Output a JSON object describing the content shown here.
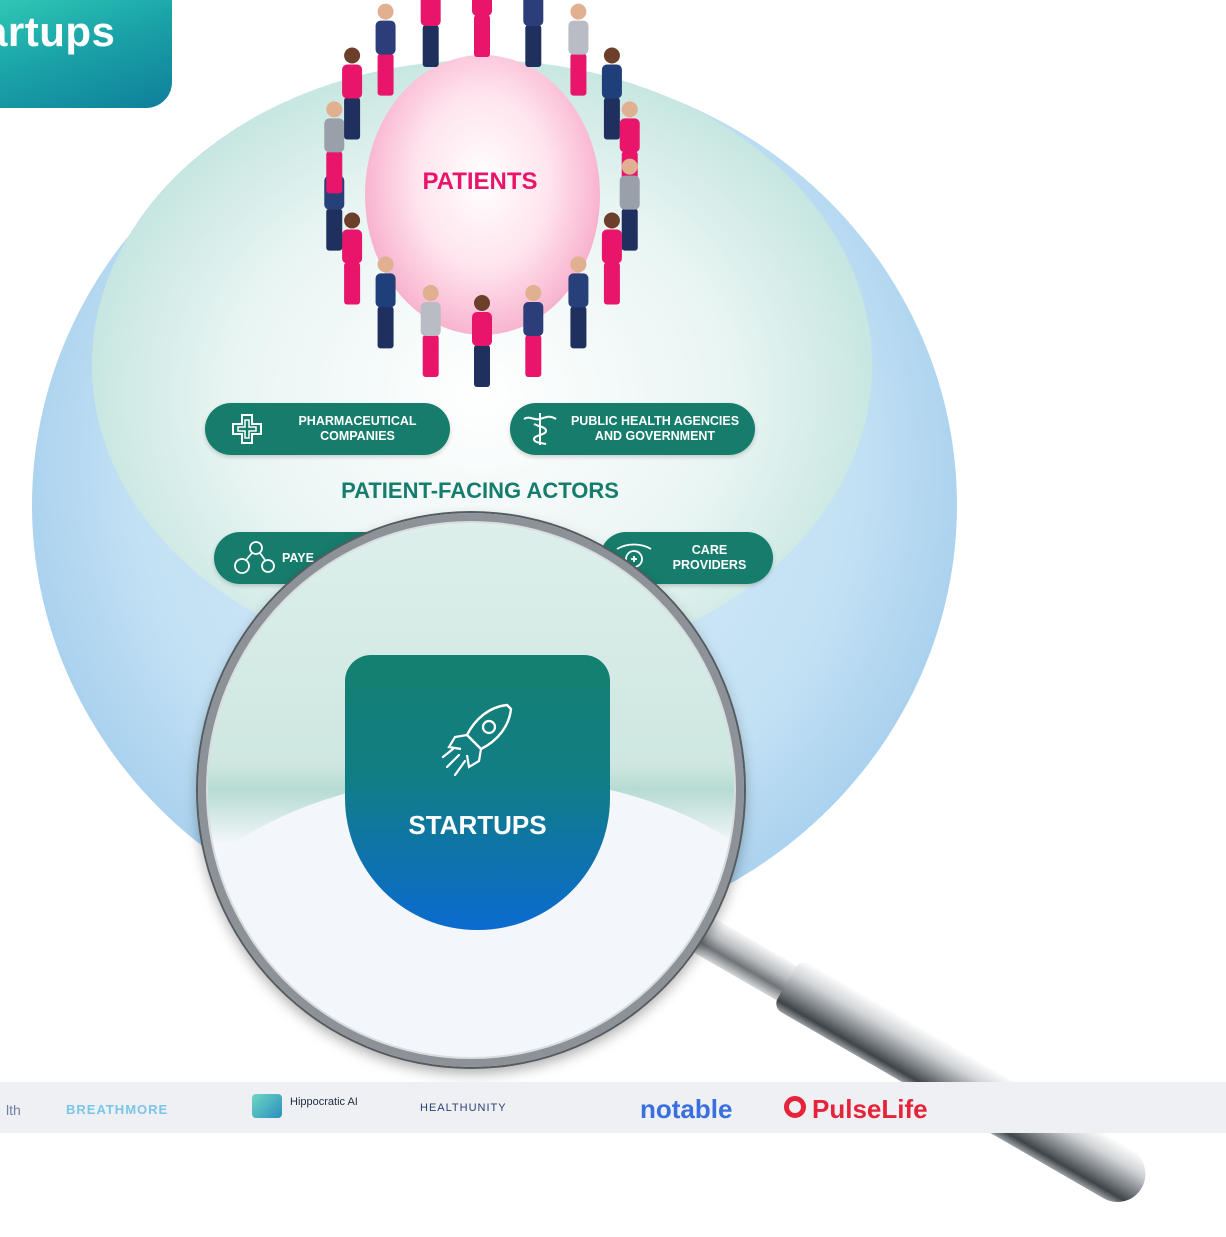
{
  "header_tag": {
    "text": "artups"
  },
  "diagram": {
    "center_label": "PATIENTS",
    "middle_label": "PATIENT-FACING ACTORS",
    "actors": [
      {
        "line1": "PHARMACEUTICAL",
        "line2": "COMPANIES",
        "icon": "medical-cross-icon"
      },
      {
        "line1": "PUBLIC HEALTH AGENCIES",
        "line2": "AND GOVERNMENT",
        "icon": "caduceus-icon"
      },
      {
        "line1": "PAYE",
        "line2": "",
        "icon": "payers-network-icon"
      },
      {
        "line1": "CARE",
        "line2": "PROVIDERS",
        "icon": "care-hand-icon"
      }
    ],
    "magnified_label": "STARTUPS",
    "magnified_icon": "rocket-icon"
  },
  "footer": {
    "logos": [
      "lth",
      "BREATHMORE",
      "Hippocratic AI",
      "HEALTHUNITY",
      "notable",
      "PulseLife"
    ]
  },
  "colors": {
    "patient_pink": "#e8156b",
    "actor_green": "#167d6c",
    "startup_blue": "#0b6bd0"
  }
}
